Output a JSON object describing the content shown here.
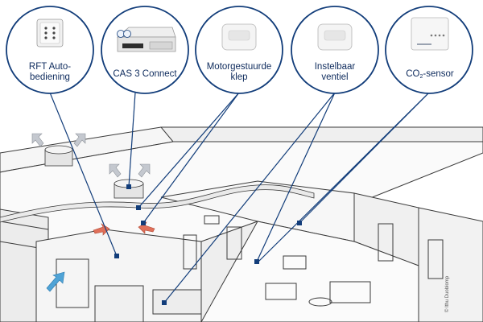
{
  "callouts": [
    {
      "id": "rft",
      "lines": [
        "RFT Auto-",
        "bediening"
      ],
      "icon": "wall-switch-icon"
    },
    {
      "id": "cas",
      "lines": [
        "CAS 3 Connect"
      ],
      "icon": "ventilation-unit-icon"
    },
    {
      "id": "klep",
      "lines": [
        "Motorgestuurde",
        "klep"
      ],
      "icon": "valve-icon"
    },
    {
      "id": "ventiel",
      "lines": [
        "Instelbaar",
        "ventiel"
      ],
      "icon": "valve-icon"
    },
    {
      "id": "co2",
      "label_main": "CO",
      "label_sub": "2",
      "label_rest": "-sensor",
      "icon": "co2-sensor-icon"
    }
  ],
  "copyright": "© Ithu Duoblomp",
  "colors": {
    "circle_stroke": "#123d7a",
    "label_text": "#0d2a5c",
    "air_supply_arrow": "#e0705a",
    "air_exhaust_arrow": "#c4c8cf",
    "indoor_arrow": "#4fa3d6",
    "building_line": "#3a3a3a",
    "building_fill": "#f3f3f3"
  }
}
